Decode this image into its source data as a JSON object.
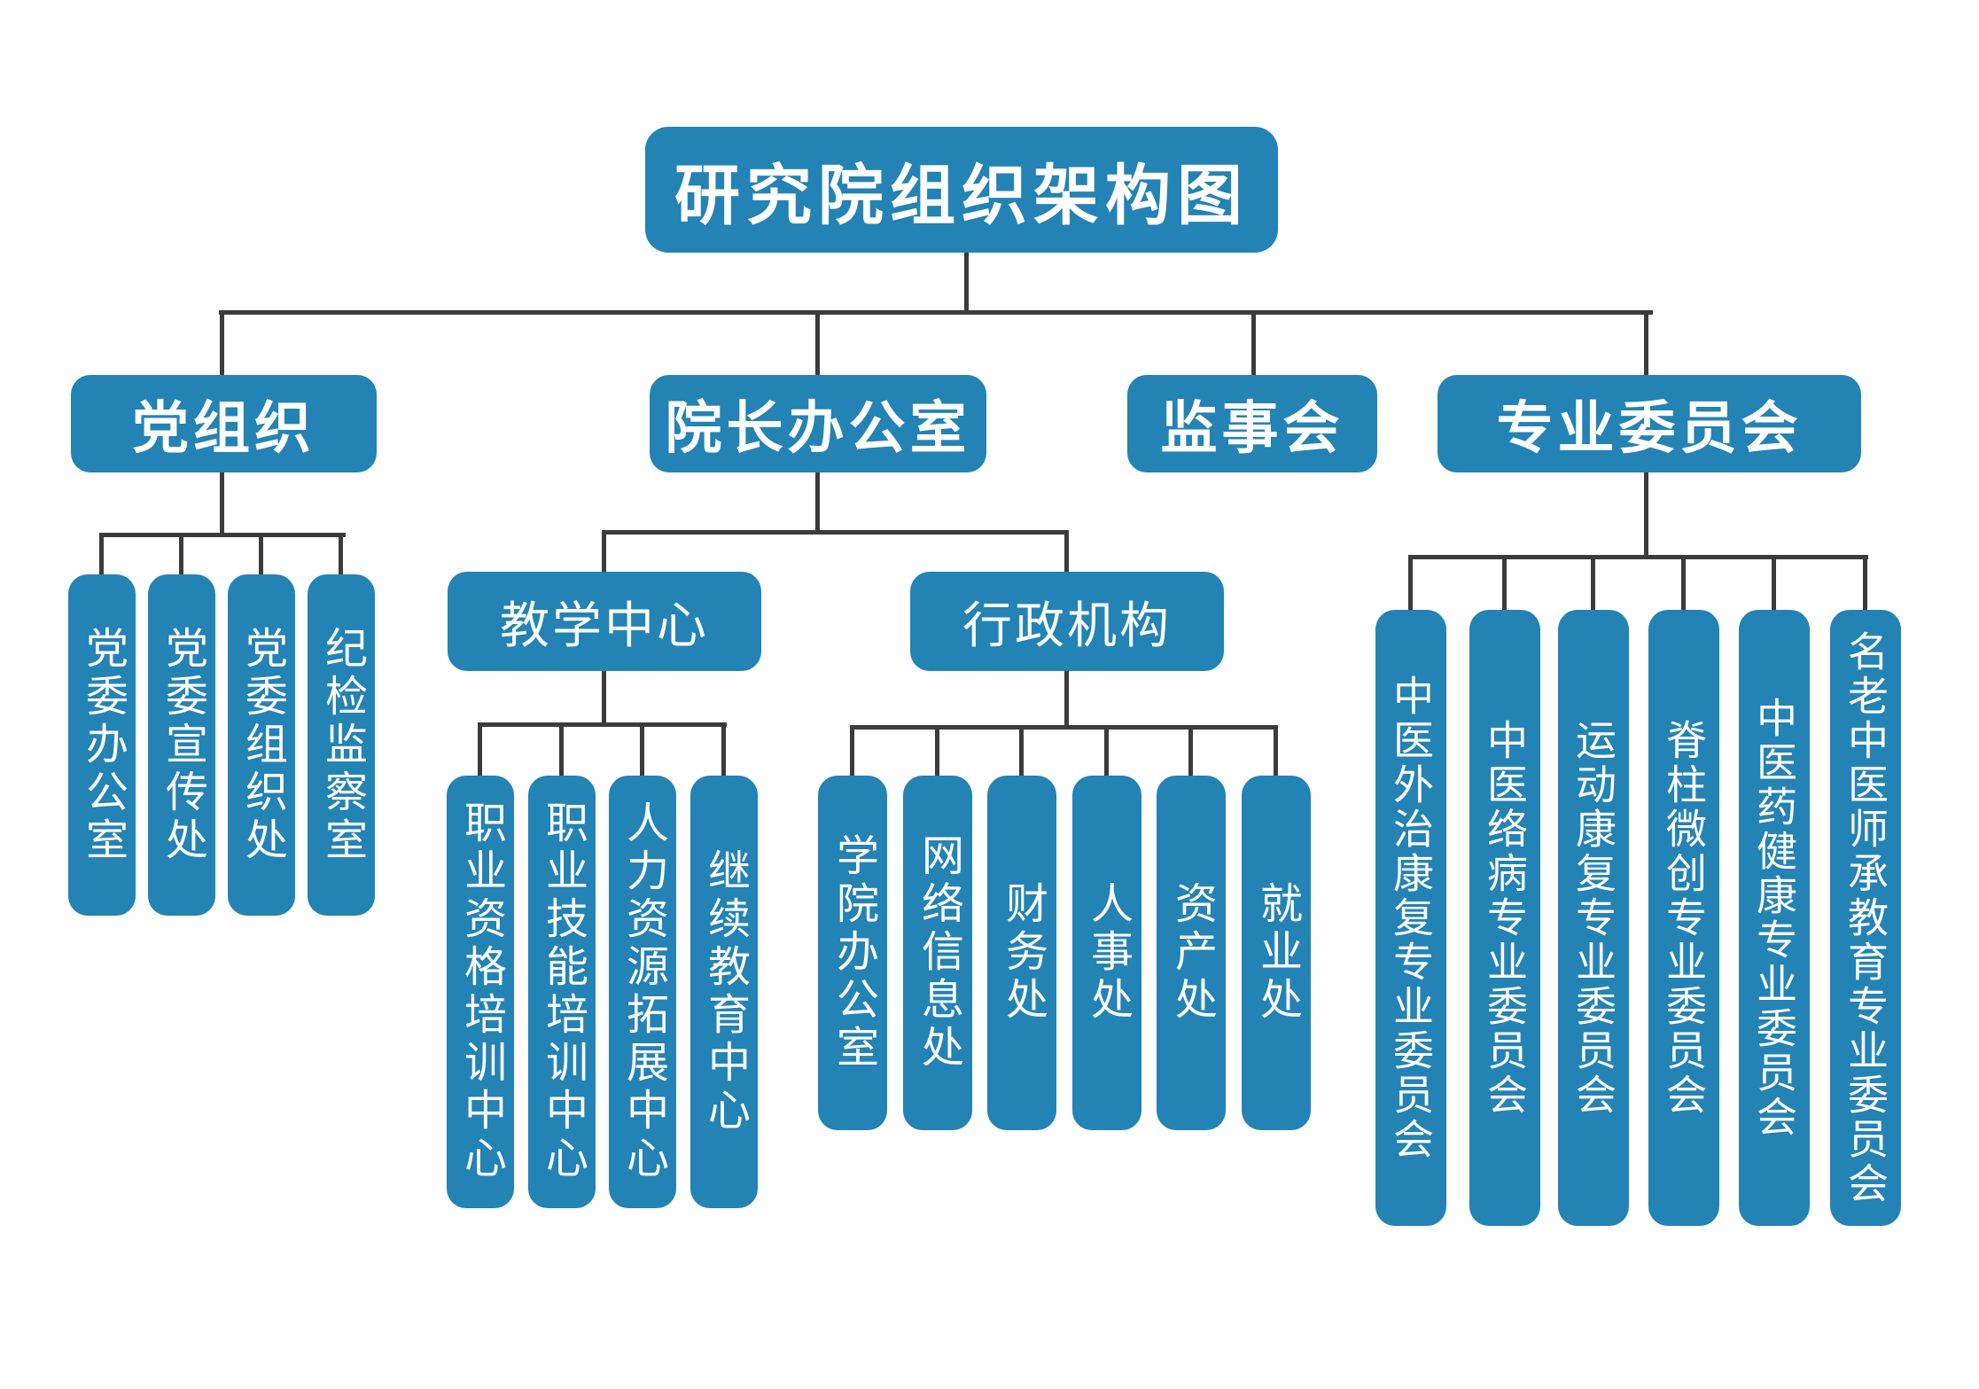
{
  "title": "研究院组织架构图",
  "colors": {
    "box_blue": "#2383b4",
    "connector": "#3b3b3b",
    "text": "#ffffff",
    "background": "#ffffff"
  },
  "tree": {
    "branches": [
      {
        "label": "党组织",
        "children": [
          "党委办公室",
          "党委宣传处",
          "党委组织处",
          "纪检监察室"
        ]
      },
      {
        "label": "院长办公室",
        "children": [
          {
            "label": "教学中心",
            "children": [
              "职业资格培训中心",
              "职业技能培训中心",
              "人力资源拓展中心",
              "继续教育中心"
            ]
          },
          {
            "label": "行政机构",
            "children": [
              "学院办公室",
              "网络信息处",
              "财务处",
              "人事处",
              "资产处",
              "就业处"
            ]
          }
        ]
      },
      {
        "label": "监事会",
        "children": []
      },
      {
        "label": "专业委员会",
        "children": [
          "中医外治康复专业委员会",
          "中医络病专业委员会",
          "运动康复专业委员会",
          "脊柱微创专业委员会",
          "中医药健康专业委员会",
          "名老中医师承教育专业委员会"
        ]
      }
    ]
  }
}
